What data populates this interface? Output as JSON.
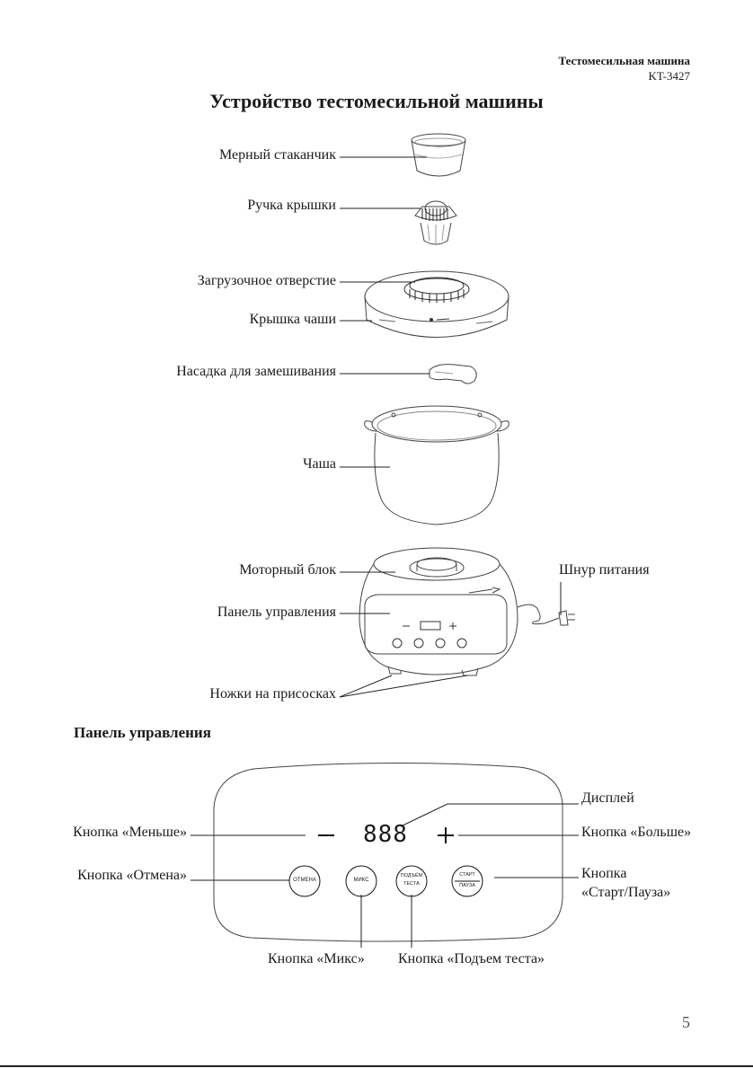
{
  "header": {
    "product": "Тестомесильная машина",
    "model": "KT-3427"
  },
  "title": "Устройство тестомесильной машины",
  "parts": {
    "cup": "Мерный стаканчик",
    "lid_handle": "Ручка крышки",
    "loading_hole": "Загрузочное отверстие",
    "bowl_lid": "Крышка чаши",
    "kneading_paddle": "Насадка для замешивания",
    "bowl": "Чаша",
    "motor_unit": "Моторный блок",
    "control_panel": "Панель управления",
    "power_cord": "Шнур питания",
    "suction_feet": "Ножки на присосках"
  },
  "panel_section": {
    "title": "Панель управления",
    "display_value": "888",
    "minus_symbol": "−",
    "plus_symbol": "+",
    "button_labels": {
      "cancel": "ОТМЕНА",
      "mix": "МИКС",
      "dough_line1": "ПОДЪЁМ",
      "dough_line2": "ТЕСТА",
      "start_line1": "СТАРТ",
      "start_line2": "ПАУЗА"
    },
    "callouts": {
      "display": "Дисплей",
      "minus": "Кнопка «Меньше»",
      "plus": "Кнопка «Больше»",
      "cancel": "Кнопка «Отмена»",
      "start_line1": "Кнопка",
      "start_line2": "«Старт/Пауза»",
      "mix": "Кнопка «Микс»",
      "dough": "Кнопка «Подъем теста»"
    }
  },
  "page_number": "5"
}
